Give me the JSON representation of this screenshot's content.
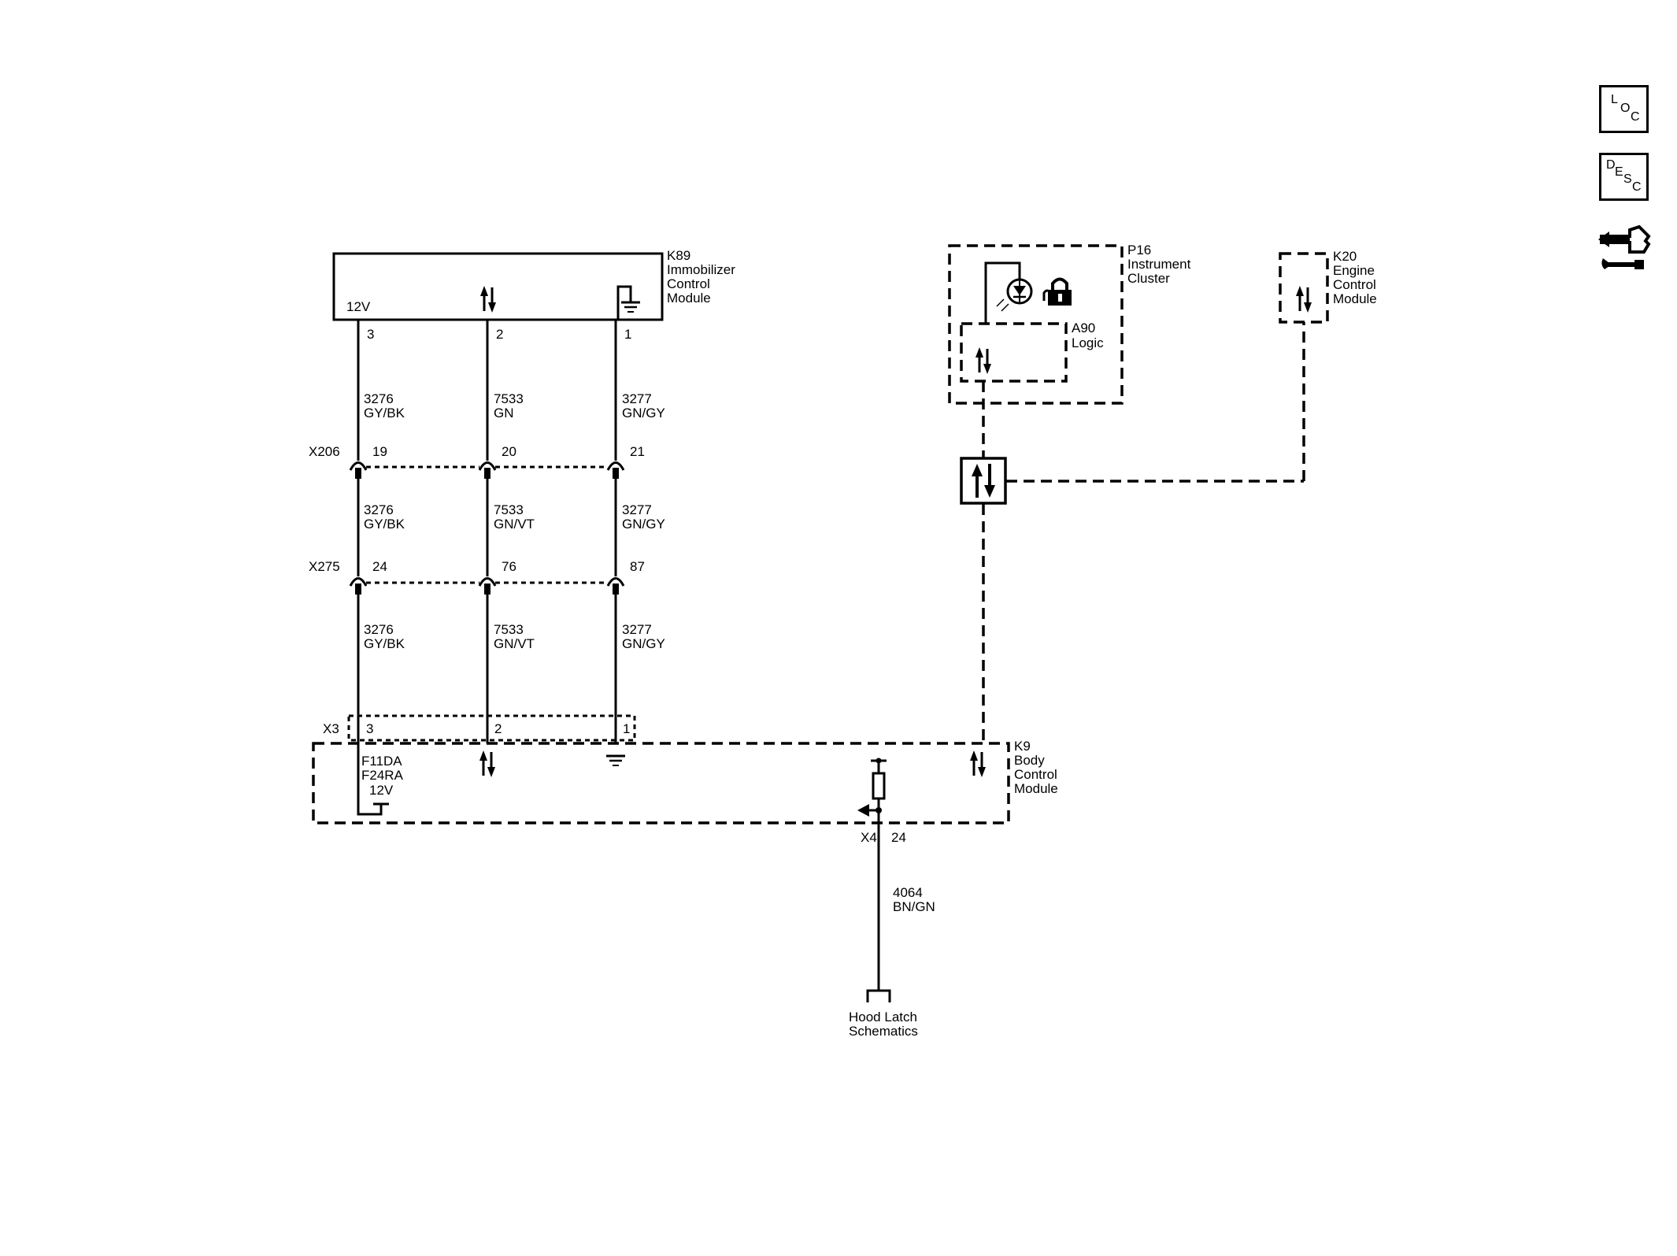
{
  "modules": {
    "k89": {
      "ref": "K89",
      "name": [
        "Immobilizer",
        "Control",
        "Module"
      ],
      "supply": "12V"
    },
    "p16": {
      "ref": "P16",
      "name": [
        "Instrument",
        "Cluster"
      ]
    },
    "a90": {
      "ref": "A90",
      "name": [
        "Logic"
      ]
    },
    "k20": {
      "ref": "K20",
      "name": [
        "Engine",
        "Control",
        "Module"
      ]
    },
    "k9": {
      "ref": "K9",
      "name": [
        "Body",
        "Control",
        "Module"
      ],
      "fuses": [
        "F11DA",
        "F24RA"
      ],
      "supply": "12V"
    }
  },
  "k89_pins": [
    "3",
    "2",
    "1"
  ],
  "wire_labels": {
    "upper": [
      [
        "3276",
        "GY/BK"
      ],
      [
        "7533",
        "GN"
      ],
      [
        "3277",
        "GN/GY"
      ]
    ],
    "middle": [
      [
        "3276",
        "GY/BK"
      ],
      [
        "7533",
        "GN/VT"
      ],
      [
        "3277",
        "GN/GY"
      ]
    ],
    "lower": [
      [
        "3276",
        "GY/BK"
      ],
      [
        "7533",
        "GN/VT"
      ],
      [
        "3277",
        "GN/GY"
      ]
    ]
  },
  "connectors": {
    "x206": {
      "name": "X206",
      "pins": [
        "19",
        "20",
        "21"
      ]
    },
    "x275": {
      "name": "X275",
      "pins": [
        "24",
        "76",
        "87"
      ]
    },
    "x3": {
      "name": "X3",
      "pins": [
        "3",
        "2",
        "1"
      ]
    },
    "x4": {
      "name": "X4",
      "pin": "24"
    }
  },
  "hood_wire": {
    "circuit": "4064",
    "color": "BN/GN"
  },
  "hood_ref": [
    "Hood Latch",
    "Schematics"
  ],
  "side_buttons": {
    "loc": {
      "letters": [
        "L",
        "O",
        "C"
      ]
    },
    "desc": {
      "letters": [
        "D",
        "E",
        "S",
        "C"
      ]
    },
    "tool_icon": "connector-wrench-icon"
  }
}
